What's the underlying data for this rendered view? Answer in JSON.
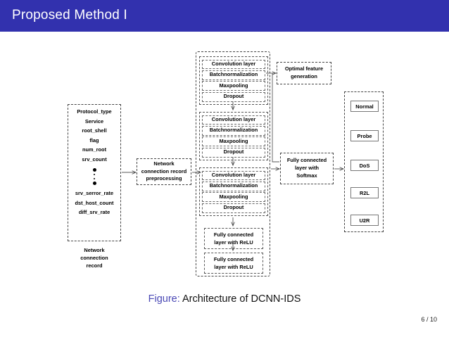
{
  "slide": {
    "title": "Proposed Method I",
    "header_color": "#3231ae",
    "page_number": "6 / 10"
  },
  "figure": {
    "label": "Figure:",
    "caption": "Architecture of DCNN-IDS"
  },
  "diagram": {
    "input_panel": {
      "name": "network-connection-record",
      "features": [
        "Protocol_type",
        "Service",
        "root_shell",
        "flag",
        "num_root",
        "srv_count"
      ],
      "ellipsis_dots": [
        "big",
        "small",
        "small",
        "big"
      ],
      "features_tail": [
        "srv_serror_rate",
        "dst_host_count",
        "diff_srv_rate"
      ],
      "caption_lines": [
        "Network",
        "connection",
        "record"
      ]
    },
    "preprocess": {
      "lines": [
        "Network",
        "connection record",
        "preprocessing"
      ]
    },
    "conv_blocks": [
      {
        "layers": [
          "Convolution layer",
          "Batchnormalization",
          "Maxpooling",
          "Dropout"
        ]
      },
      {
        "layers": [
          "Convolution layer",
          "Batchnormalization",
          "Maxpooling",
          "Dropout"
        ]
      },
      {
        "layers": [
          "Convolution layer",
          "Batchnormalization",
          "Maxpooling",
          "Dropout"
        ]
      }
    ],
    "dense_blocks": [
      {
        "lines": [
          "Fully connected",
          "layer with ReLU"
        ]
      },
      {
        "lines": [
          "Fully connected",
          "layer with ReLU"
        ]
      }
    ],
    "optimal_feature": {
      "lines": [
        "Optimal feature",
        "generation"
      ]
    },
    "softmax": {
      "lines": [
        "Fully connected",
        "layer with",
        "Softmax"
      ]
    },
    "output_classes": [
      "Normal",
      "Probe",
      "DoS",
      "R2L",
      "U2R"
    ]
  }
}
